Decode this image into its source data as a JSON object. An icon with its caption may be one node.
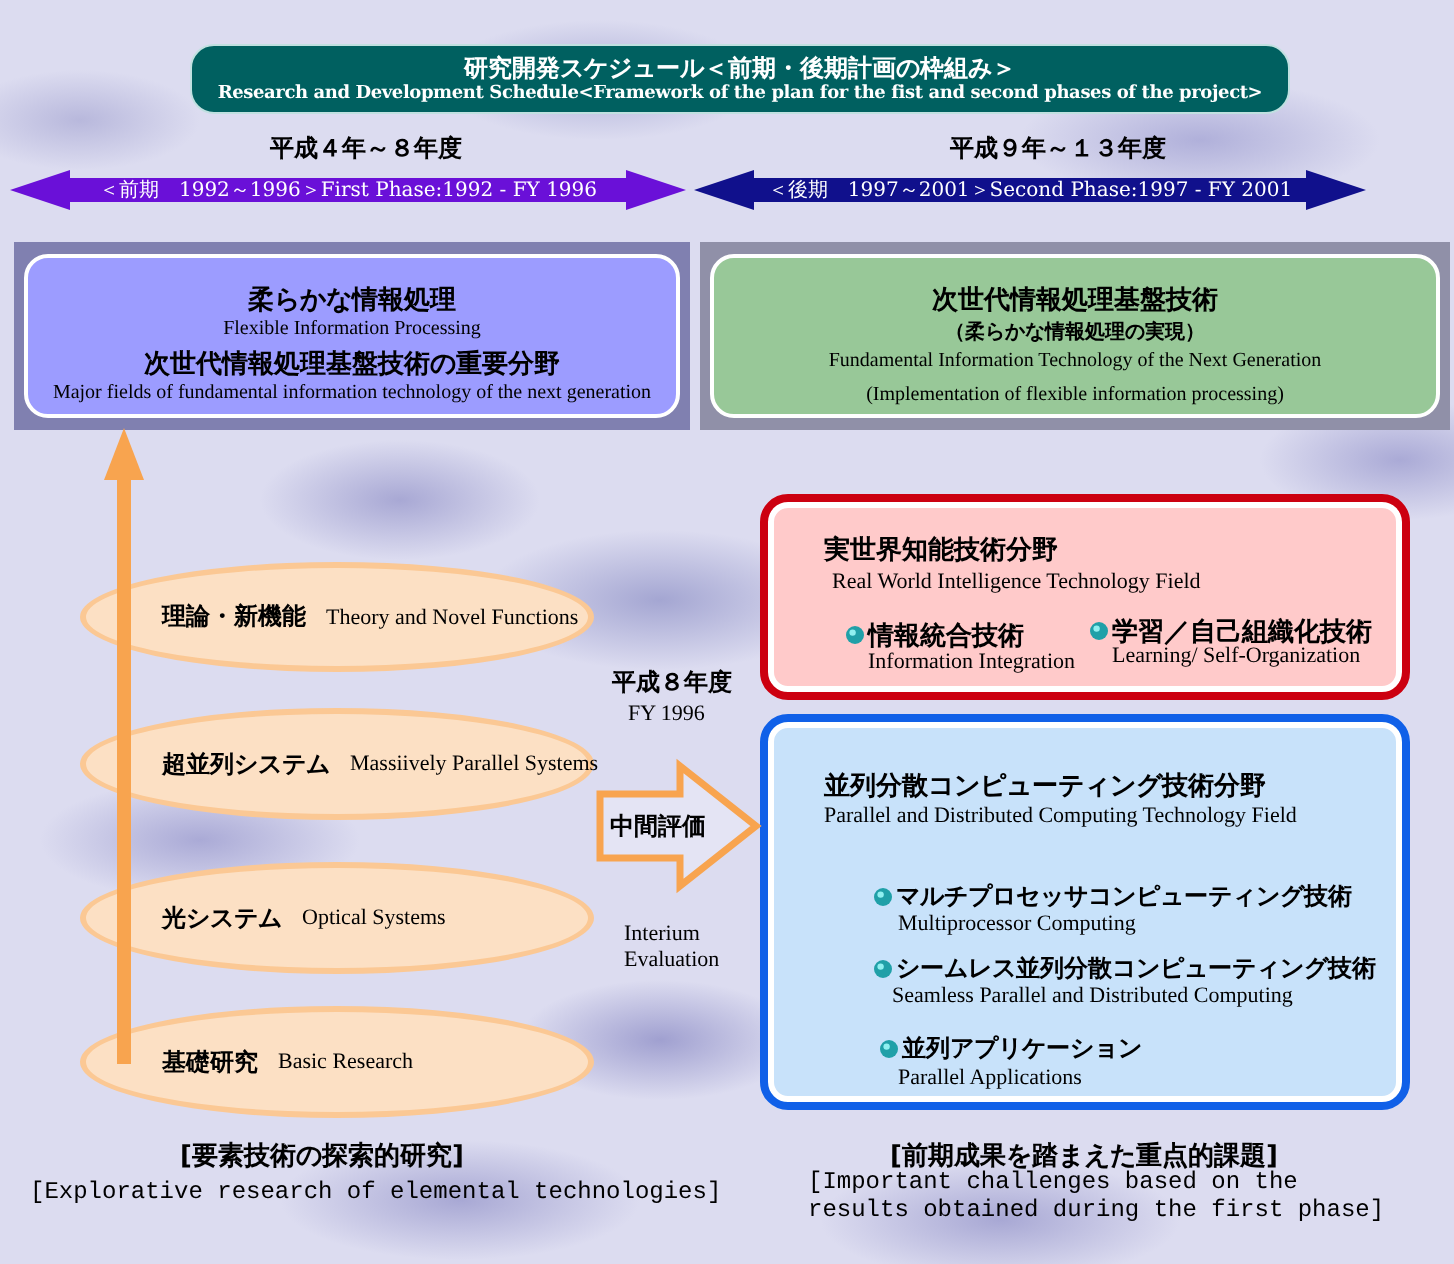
{
  "diagram": {
    "nodes": [
      {
        "text": [
          "研究開発スケジュール＜前期・後期計画の枠組み＞",
          "Research and Development Schedule<Framework of the plan for the fist and second phases of the project>"
        ]
      },
      {
        "text": [
          "＜前期　1992～1996＞First Phase:1992 - FY 1996"
        ],
        "beside": [
          "平成４年～８年度"
        ]
      },
      {
        "text": [
          "＜後期　1997～2001＞Second Phase:1997 - FY 2001"
        ],
        "beside": [
          "平成９年～１３年度"
        ]
      },
      {
        "text": [
          "柔らかな情報処理",
          "Flexible Information Processing",
          "次世代情報処理基盤技術の重要分野",
          "Major fields of fundamental information technology of the next generation"
        ]
      },
      {
        "text": [
          "次世代情報処理基盤技術",
          "（柔らかな情報処理の実現）",
          "Fundamental Information Technology of the Next Generation",
          "(Implementation of flexible information processing)"
        ]
      },
      {
        "text": [
          "理論・新機能",
          "Theory and Novel Functions"
        ]
      },
      {
        "text": [
          "超並列システム",
          "Massiively Parallel Systems"
        ]
      },
      {
        "text": [
          "光システム",
          "Optical Systems"
        ]
      },
      {
        "text": [
          "基礎研究",
          "Basic Research"
        ]
      },
      {
        "text": [
          "実世界知能技術分野",
          "Real World Intelligence Technology Field",
          "情報統合技術",
          "Information Integration",
          "学習／自己組織化技術",
          "Learning/ Self-Organization"
        ]
      },
      {
        "text": [
          "並列分散コンピューティング技術分野",
          "Parallel and Distributed Computing Technology Field",
          "マルチプロセッサコンピューティング技術",
          "Multiprocessor Computing",
          "シームレス並列分散コンピューティング技術",
          "Seamless Parallel and Distributed Computing",
          "並列アプリケーション",
          "Parallel Applications"
        ]
      }
    ],
    "edges": [
      {
        "from": null,
        "to": 10,
        "arrow": "to",
        "label": "中間評価",
        "style": "thick",
        "color": "#f8a44f"
      }
    ],
    "labels": [
      "平成８年度",
      "FY 1996",
      "Interium Evaluation",
      "[要素技術の探索的研究]",
      "[Explorative research of elemental technologies]",
      "[前期成果を踏まえた重点的課題]",
      "[Important challenges based on the results obtained during the first phase]"
    ]
  }
}
